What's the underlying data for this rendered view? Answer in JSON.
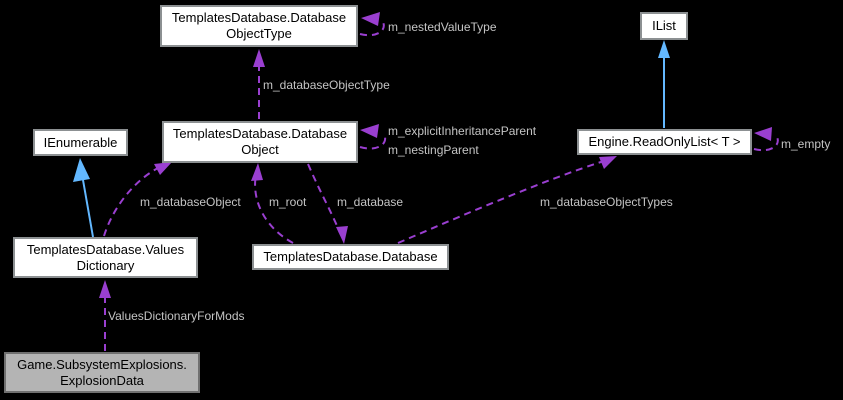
{
  "diagram": {
    "type": "collaboration-graph",
    "colors": {
      "usage_edge": "#9a3fd0",
      "inheritance_edge": "#63b8ff",
      "label_text": "#c4c4c4",
      "node_fill": "#ffffff",
      "node_border": "#8c9092",
      "focus_fill": "#b4b4b4",
      "focus_border": "#707070",
      "background": "#000000"
    }
  },
  "nodes": {
    "database_object_type": {
      "lines": [
        "TemplatesDatabase.Database",
        "ObjectType"
      ]
    },
    "ilist": {
      "lines": [
        "IList"
      ]
    },
    "ienumerable": {
      "lines": [
        "IEnumerable"
      ]
    },
    "database_object": {
      "lines": [
        "TemplatesDatabase.Database",
        "Object"
      ]
    },
    "readonly_list": {
      "lines": [
        "Engine.ReadOnlyList< T >"
      ]
    },
    "values_dictionary": {
      "lines": [
        "TemplatesDatabase.Values",
        "Dictionary"
      ]
    },
    "database": {
      "lines": [
        "TemplatesDatabase.Database"
      ]
    },
    "explosion_data": {
      "lines": [
        "Game.SubsystemExplosions.",
        "ExplosionData"
      ]
    }
  },
  "edge_labels": {
    "m_nestedValueType": "m_nestedValueType",
    "m_databaseObjectType": "m_databaseObjectType",
    "m_explicitInheritanceParent": "m_explicitInheritanceParent",
    "m_nestingParent": "m_nestingParent",
    "m_empty": "m_empty",
    "m_databaseObject": "m_databaseObject",
    "m_root": "m_root",
    "m_database": "m_database",
    "m_databaseObjectTypes": "m_databaseObjectTypes",
    "ValuesDictionaryForMods": "ValuesDictionaryForMods"
  }
}
